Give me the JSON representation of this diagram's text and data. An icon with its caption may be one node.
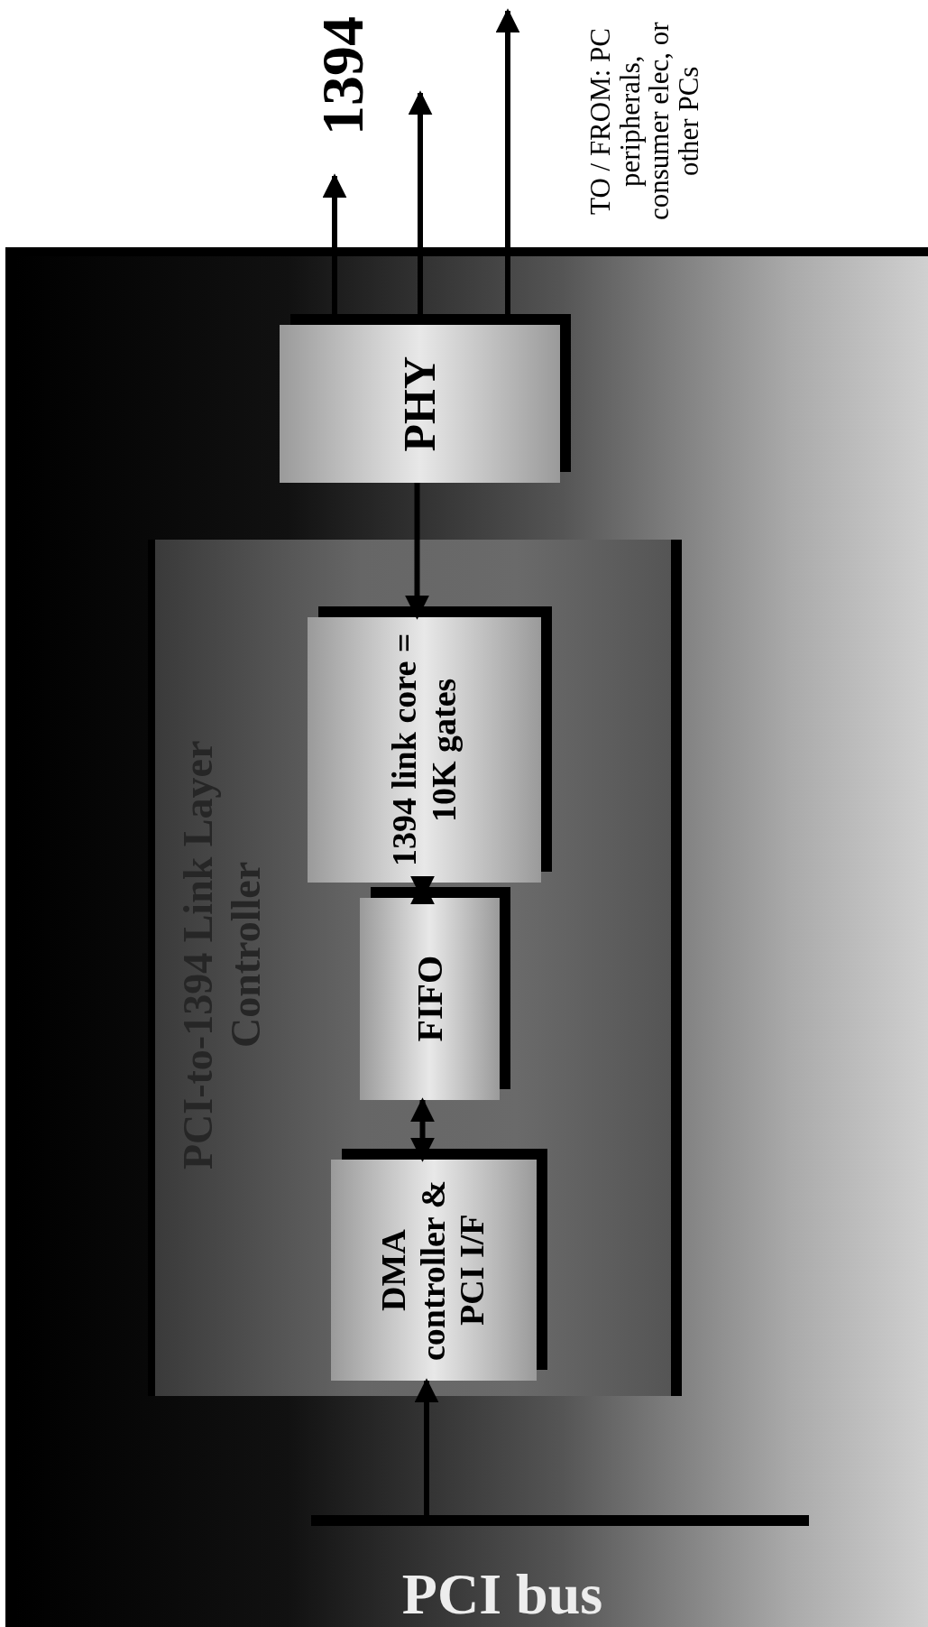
{
  "diagram": {
    "nodes": [
      {
        "text": [
          "PCI-to-1394 Link Layer Controller"
        ]
      },
      {
        "text": [
          "DMA controller & PCI I/F"
        ],
        "in": 0
      },
      {
        "text": [
          "FIFO"
        ],
        "in": 0
      },
      {
        "text": [
          "1394 link core = 10K gates"
        ],
        "in": 0
      },
      {
        "text": [
          "PHY"
        ]
      },
      {
        "text": [
          "PCI bus"
        ]
      }
    ],
    "edges": [
      {
        "from": 5,
        "to": 1,
        "arrow": "to"
      },
      {
        "from": 1,
        "to": 2,
        "arrow": "both"
      },
      {
        "from": 2,
        "to": 3,
        "arrow": "both"
      },
      {
        "from": 4,
        "to": 3,
        "arrow": "to"
      },
      {
        "from": 4,
        "to": null,
        "arrow": "to"
      },
      {
        "from": 4,
        "to": null,
        "arrow": "to"
      },
      {
        "from": 4,
        "to": null,
        "arrow": "to"
      }
    ],
    "labels": [
      "1394",
      "TO / FROM: PC peripherals, consumer elec, or other PCs"
    ]
  }
}
